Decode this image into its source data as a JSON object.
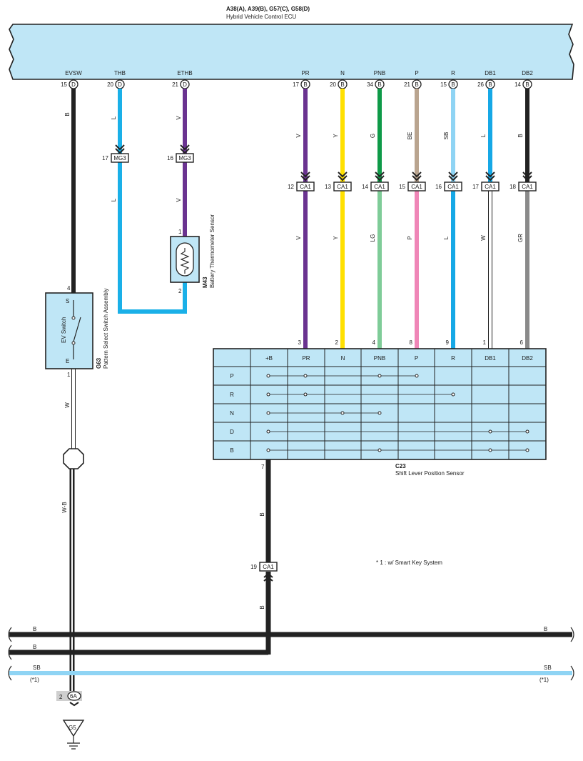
{
  "ecu": {
    "title": "A38(A), A39(B), G57(C), G58(D)",
    "subtitle": "Hybrid Vehicle Control ECU",
    "pins": [
      {
        "name": "EVSW",
        "num": "15",
        "conn": "D"
      },
      {
        "name": "THB",
        "num": "20",
        "conn": "D"
      },
      {
        "name": "ETHB",
        "num": "21",
        "conn": "D"
      },
      {
        "name": "PR",
        "num": "17",
        "conn": "B"
      },
      {
        "name": "N",
        "num": "20",
        "conn": "B"
      },
      {
        "name": "PNB",
        "num": "34",
        "conn": "B"
      },
      {
        "name": "P",
        "num": "21",
        "conn": "B"
      },
      {
        "name": "R",
        "num": "15",
        "conn": "B"
      },
      {
        "name": "DB1",
        "num": "26",
        "conn": "B"
      },
      {
        "name": "DB2",
        "num": "14",
        "conn": "B"
      }
    ]
  },
  "wires": {
    "evsw": {
      "top": "B",
      "color": "#222222"
    },
    "thb": {
      "top": "L",
      "bottom": "L",
      "color": "#1ab0e8"
    },
    "ethb": {
      "top": "V",
      "bottom": "V",
      "color": "#6a3390"
    },
    "shift": [
      {
        "top": "V",
        "bottom": "V",
        "top_color": "#6a3390",
        "bottom_color": "#6a3390",
        "pin": "3"
      },
      {
        "top": "Y",
        "bottom": "Y",
        "top_color": "#ffe000",
        "bottom_color": "#ffe000",
        "pin": "2"
      },
      {
        "top": "G",
        "bottom": "LG",
        "top_color": "#0e9a48",
        "bottom_color": "#7fcc98",
        "pin": "4"
      },
      {
        "top": "BE",
        "bottom": "P",
        "top_color": "#b9a48f",
        "bottom_color": "#ef86b7",
        "pin": "8"
      },
      {
        "top": "SB",
        "bottom": "L",
        "top_color": "#8fd4f4",
        "bottom_color": "#16a8e6",
        "pin": "9"
      },
      {
        "top": "L",
        "bottom": "W",
        "top_color": "#16a8e6",
        "bottom_color": "#ffffff",
        "pin": "1"
      },
      {
        "top": "B",
        "bottom": "GR",
        "top_color": "#222222",
        "bottom_color": "#8a8a8a",
        "pin": "6"
      }
    ],
    "sensor_ground": "B",
    "sensor_ground_lower": "B",
    "switch_w": "W",
    "switch_wb": "W-B"
  },
  "connectors": {
    "mg3": [
      {
        "label": "MG3",
        "num": "17"
      },
      {
        "label": "MG3",
        "num": "16"
      }
    ],
    "ca1_top": [
      {
        "label": "CA1",
        "num": "12"
      },
      {
        "label": "CA1",
        "num": "13"
      },
      {
        "label": "CA1",
        "num": "14"
      },
      {
        "label": "CA1",
        "num": "15"
      },
      {
        "label": "CA1",
        "num": "16"
      },
      {
        "label": "CA1",
        "num": "17"
      },
      {
        "label": "CA1",
        "num": "18"
      }
    ],
    "ca1_ground": {
      "label": "CA1",
      "num": "19"
    },
    "ground_conn": {
      "label": "6A",
      "num": "2"
    }
  },
  "battery_sensor": {
    "code": "M43",
    "name": "Battery Thermometer Sensor",
    "pin_top": "1",
    "pin_bottom": "2"
  },
  "pattern_switch": {
    "code": "G63",
    "name": "Pattern Select Switch Assembly",
    "inner": "EV Switch",
    "pin_top": "4",
    "pin_bottom": "1",
    "term_top": "S",
    "term_bottom": "E"
  },
  "shift_sensor": {
    "code": "C23",
    "name": "Shift Lever Position Sensor",
    "ground_pin": "7",
    "columns": [
      "+B",
      "PR",
      "N",
      "PNB",
      "P",
      "R",
      "DB1",
      "DB2"
    ],
    "rows": [
      {
        "label": "P",
        "dots": [
          0,
          1,
          3,
          4
        ]
      },
      {
        "label": "R",
        "dots": [
          0,
          1,
          5
        ]
      },
      {
        "label": "N",
        "dots": [
          0,
          2,
          3
        ]
      },
      {
        "label": "D",
        "dots": [
          0,
          6,
          7
        ]
      },
      {
        "label": "B",
        "dots": [
          0,
          3,
          6,
          7
        ]
      }
    ]
  },
  "buses": [
    {
      "label_left": "B",
      "label_right": "B",
      "color": "#222222"
    },
    {
      "label_left": "B",
      "label_right": "",
      "color": "#222222"
    },
    {
      "label_left": "SB",
      "label_right": "SB",
      "color": "#8fd4f4",
      "note": "(*1)"
    }
  ],
  "note": "* 1 : w/ Smart Key System",
  "ground_point": "G5",
  "colors": {
    "box_fill": "#bfe6f6",
    "ecu_fill": "#bfe6f6",
    "ecu_stroke": "#222222"
  }
}
